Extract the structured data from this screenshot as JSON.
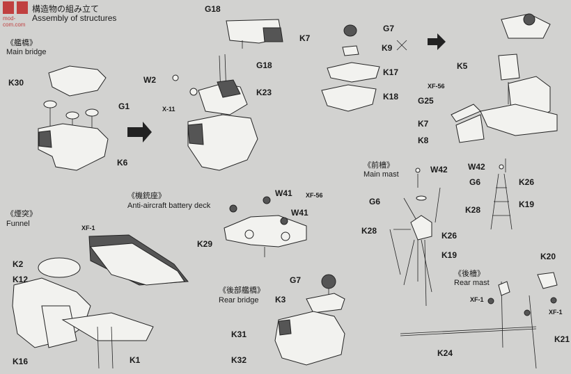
{
  "header": {
    "logo_text": "mod-com.com",
    "title_jp": "構造物の組み立て",
    "title_en": "Assembly of structures"
  },
  "sections": {
    "main_bridge": {
      "jp": "《艦橋》",
      "en": "Main bridge"
    },
    "funnel": {
      "jp": "《煙突》",
      "en": "Funnel"
    },
    "aa_deck": {
      "jp": "《機銃座》",
      "en": "Anti-aircraft battery deck"
    },
    "main_mast": {
      "jp": "《前檣》",
      "en": "Main mast"
    },
    "rear_bridge": {
      "jp": "《後部艦橋》",
      "en": "Rear bridge"
    },
    "rear_mast": {
      "jp": "《後檣》",
      "en": "Rear mast"
    }
  },
  "parts": {
    "G18a": "G18",
    "K7a": "K7",
    "K30": "K30",
    "G1": "G1",
    "K6": "K6",
    "W2": "W2",
    "G18b": "G18",
    "K23": "K23",
    "X11": "X-11",
    "G7a": "G7",
    "K9": "K9",
    "K17": "K17",
    "K18": "K18",
    "K5": "K5",
    "XF56a": "XF-56",
    "G25": "G25",
    "K7b": "K7",
    "K8": "K8",
    "W42a": "W42",
    "G6a": "G6",
    "K28a": "K28",
    "K26a": "K26",
    "K19a": "K19",
    "W42b": "W42",
    "G6b": "G6",
    "K26b": "K26",
    "K28b": "K28",
    "K19b": "K19",
    "W41a": "W41",
    "XF56b": "XF-56",
    "W41b": "W41",
    "K29": "K29",
    "XF1a": "XF-1",
    "K2": "K2",
    "K12": "K12",
    "K16": "K16",
    "K1": "K1",
    "G7b": "G7",
    "K3": "K3",
    "K31": "K31",
    "K32": "K32",
    "K20": "K20",
    "XF1b": "XF-1",
    "XF1c": "XF-1",
    "K21": "K21",
    "K24": "K24"
  }
}
